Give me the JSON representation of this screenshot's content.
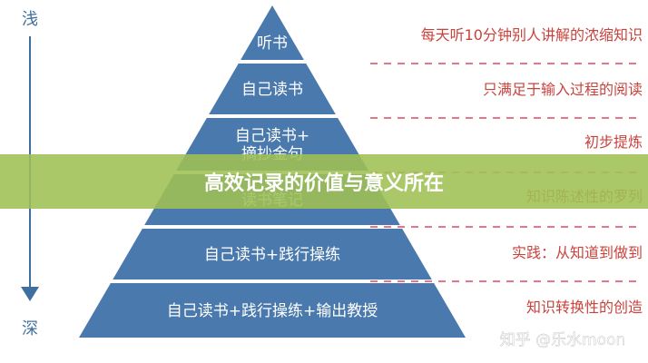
{
  "axis": {
    "top_label": "浅",
    "bottom_label": "深"
  },
  "tiers": [
    {
      "lines": [
        "听书"
      ]
    },
    {
      "lines": [
        "自己读书"
      ]
    },
    {
      "lines": [
        "自己读书+",
        "摘抄金句"
      ]
    },
    {
      "lines": [
        "读书笔记"
      ]
    },
    {
      "lines": [
        "自己读书+践行操练"
      ]
    },
    {
      "lines": [
        "自己读书+践行操练+输出教授"
      ]
    }
  ],
  "descriptions": [
    "每天听10分钟别人讲解的浓缩知识",
    "只满足于输入过程的阅读",
    "初步提炼",
    "知识陈述性的罗列",
    "实践：从知道到做到",
    "知识转换性的创造"
  ],
  "banner": {
    "title": "高效记录的价值与意义所在"
  },
  "watermark": {
    "text": "知乎 @乐水moon"
  },
  "colors": {
    "tier_fill": "#4a79ad",
    "tier_fill_dark": "#3e6a9c",
    "description_text": "#c9433d",
    "dash_line": "#d94a63",
    "axis": "#3f6fa0",
    "banner_overlay": "#9fc054"
  }
}
